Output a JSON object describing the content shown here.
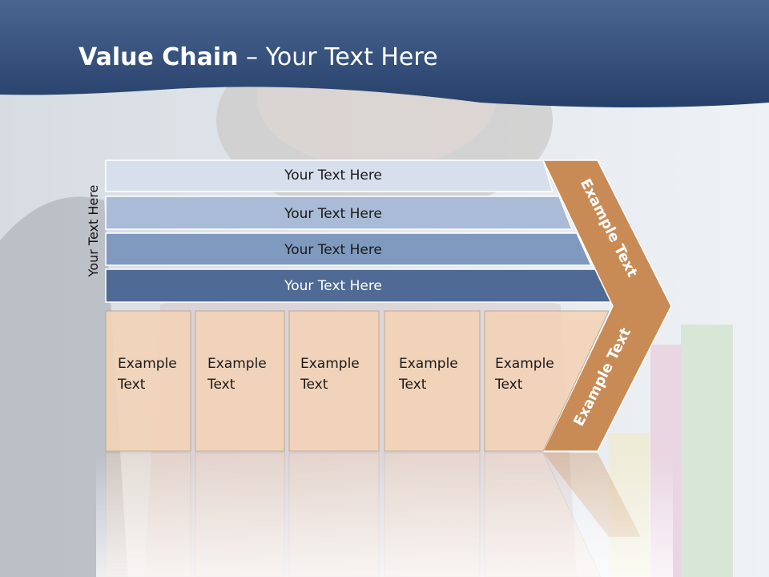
{
  "slide": {
    "title_bold": "Value Chain",
    "title_rest": " – Your Text Here",
    "side_label": "Your Text Here"
  },
  "support_bars": [
    {
      "label": "Your Text Here",
      "fill": "#d6dfeb"
    },
    {
      "label": "Your Text Here",
      "fill": "#a9bbd6"
    },
    {
      "label": "Your Text Here",
      "fill": "#7f99bf"
    },
    {
      "label": "Your Text Here",
      "fill": "#4f6a94"
    }
  ],
  "primary_boxes": [
    {
      "line1": "Example",
      "line2": "Text"
    },
    {
      "line1": "Example",
      "line2": "Text"
    },
    {
      "line1": "Example",
      "line2": "Text"
    },
    {
      "line1": "Example",
      "line2": "Text"
    },
    {
      "line1": "Example",
      "line2": "Text"
    }
  ],
  "chevron": {
    "top_label": "Example Text",
    "bottom_label": "Example Text",
    "fill": "#c98b55"
  },
  "colors": {
    "header": "#2e4a73",
    "box_fill": "#f2d3b8",
    "box_stroke": "#b9a48f"
  }
}
